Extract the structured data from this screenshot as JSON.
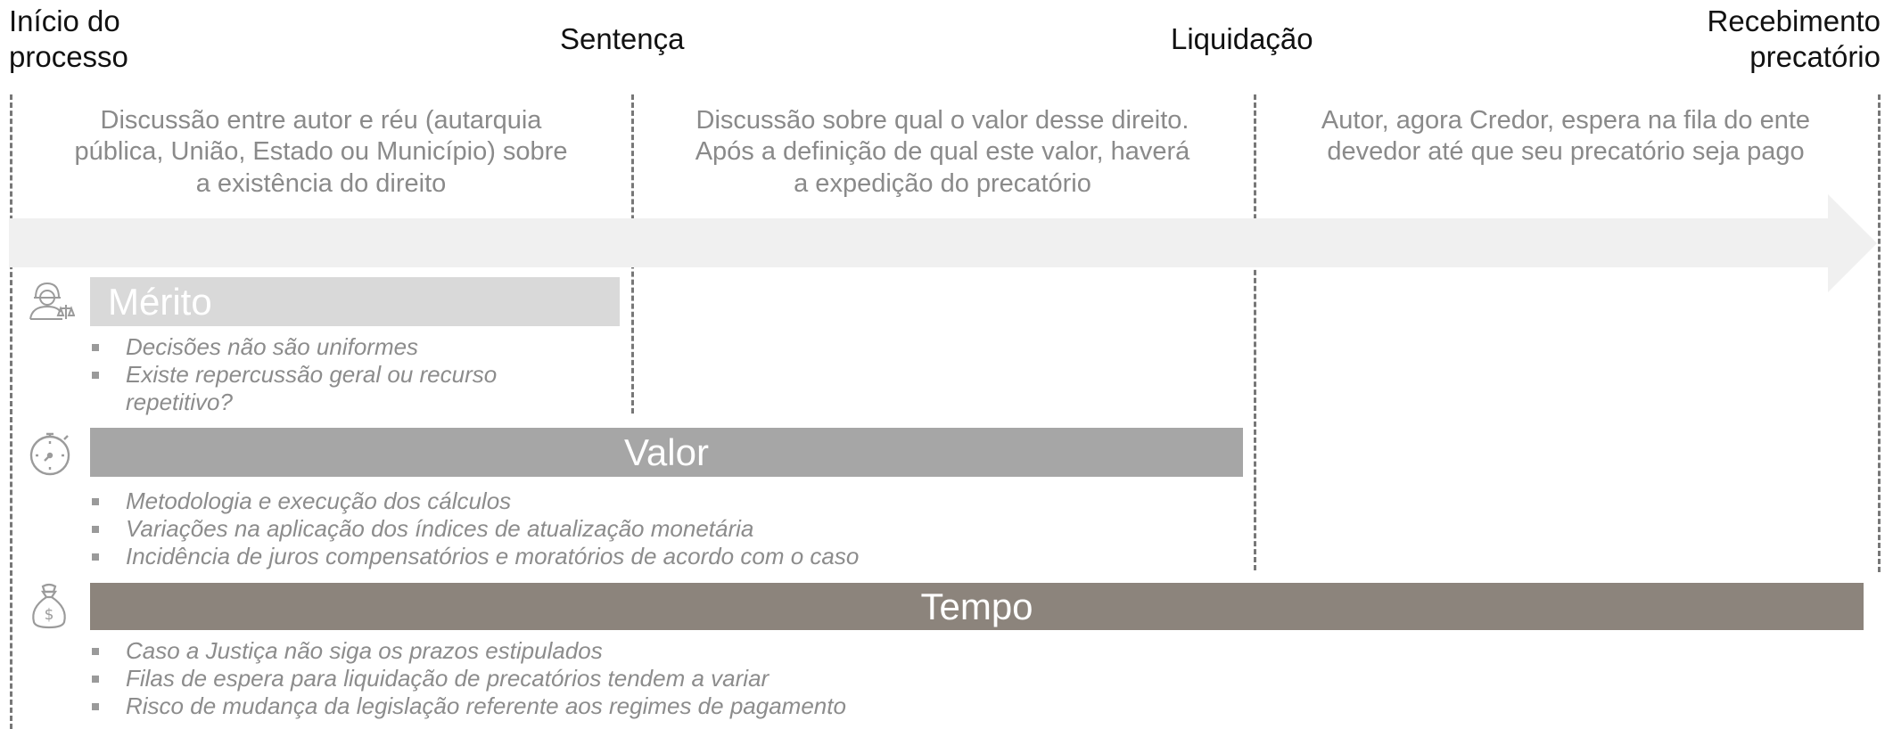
{
  "stages": {
    "inicio": {
      "line1": "Início do",
      "line2": "processo"
    },
    "sentenca": {
      "label": "Sentença"
    },
    "liquidacao": {
      "label": "Liquidação"
    },
    "recebimento": {
      "line1": "Recebimento",
      "line2": "precatório"
    }
  },
  "descriptions": {
    "phase1": [
      "Discussão entre autor e réu (autarquia",
      "pública, União, Estado ou Município) sobre",
      "a existência do direito"
    ],
    "phase2": [
      "Discussão sobre qual o valor desse direito.",
      "Após a definição de qual este valor, haverá",
      "a expedição do precatório"
    ],
    "phase3": [
      "Autor, agora Credor, espera na fila do ente",
      "devedor até que seu precatório seja pago"
    ]
  },
  "risks": {
    "merito": {
      "title": "Mérito",
      "color": "#d9d9d9",
      "icon": "judge-scales-icon",
      "bullets": [
        "Decisões não são uniformes",
        "Existe repercussão geral ou recurso",
        "repetitivo?"
      ]
    },
    "valor": {
      "title": "Valor",
      "color": "#a6a6a6",
      "icon": "stopwatch-icon",
      "bullets": [
        "Metodologia e execução dos cálculos",
        "Variações na aplicação dos índices de atualização monetária",
        "Incidência de juros compensatórios e moratórios de acordo com o caso"
      ]
    },
    "tempo": {
      "title": "Tempo",
      "color": "#8c847c",
      "icon": "money-bag-icon",
      "bullets": [
        "Caso a Justiça não siga os prazos estipulados",
        "Filas de espera para liquidação de precatórios tendem a variar",
        "Risco de mudança da legislação referente aos regimes de pagamento"
      ]
    }
  },
  "colors": {
    "arrow": "#f0f0f0",
    "dashed_line": "#777777",
    "description_text": "#8a8a8a",
    "bullet_text": "#8c8c8c"
  }
}
